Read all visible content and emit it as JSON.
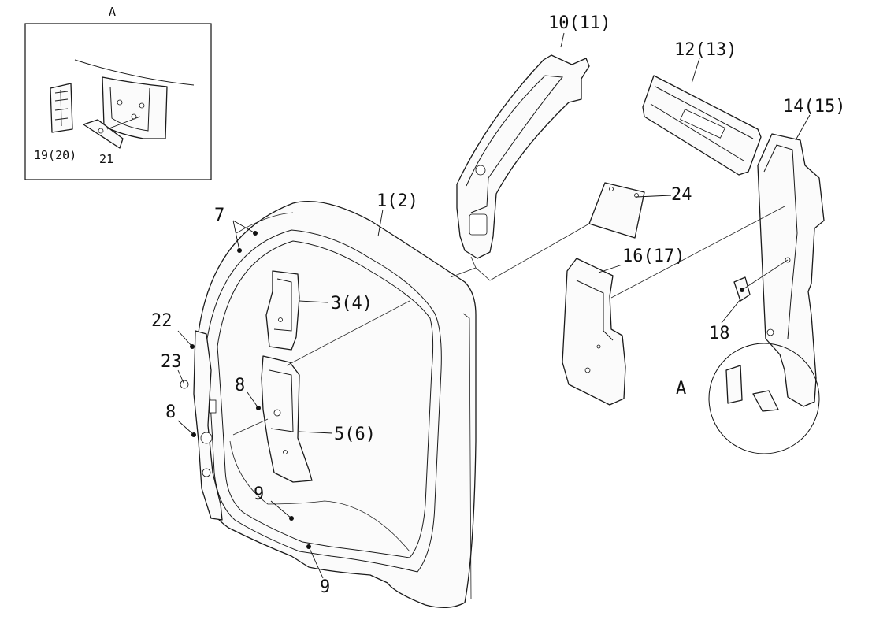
{
  "detail_view": {
    "header": "A",
    "labels": [
      "19(20)",
      "21"
    ]
  },
  "callout_letter": "A",
  "part_labels": [
    {
      "id": "p1",
      "text": "1(2)"
    },
    {
      "id": "p3",
      "text": "3(4)"
    },
    {
      "id": "p5",
      "text": "5(6)"
    },
    {
      "id": "p7",
      "text": "7"
    },
    {
      "id": "p8a",
      "text": "8"
    },
    {
      "id": "p8b",
      "text": "8"
    },
    {
      "id": "p9a",
      "text": "9"
    },
    {
      "id": "p9b",
      "text": "9"
    },
    {
      "id": "p10",
      "text": "10(11)"
    },
    {
      "id": "p12",
      "text": "12(13)"
    },
    {
      "id": "p14",
      "text": "14(15)"
    },
    {
      "id": "p16",
      "text": "16(17)"
    },
    {
      "id": "p18",
      "text": "18"
    },
    {
      "id": "p22",
      "text": "22"
    },
    {
      "id": "p23",
      "text": "23"
    },
    {
      "id": "p24",
      "text": "24"
    }
  ]
}
